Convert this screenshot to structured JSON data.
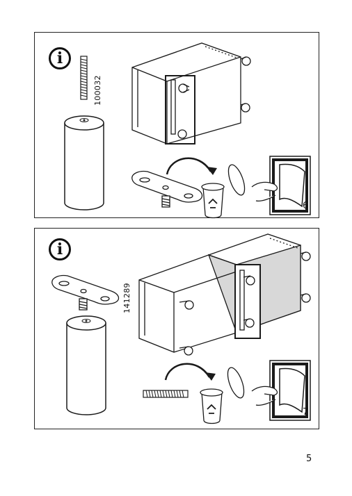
{
  "panels": [
    {
      "info_glyph": "i",
      "part_number": "100032",
      "step_number": "6",
      "icons": [
        "info-icon",
        "threaded-bolt",
        "cylinder-leg",
        "cabinet-frame",
        "mounting-plate",
        "curved-arrow",
        "recycle-bin",
        "page-turn"
      ]
    },
    {
      "info_glyph": "i",
      "part_number": "141289",
      "step_number": "7",
      "icons": [
        "info-icon",
        "mounting-plate",
        "cylinder-leg",
        "cabinet-frame",
        "threaded-bolt",
        "curved-arrow",
        "recycle-bin",
        "page-turn"
      ]
    }
  ],
  "page_number": "5",
  "colors": {
    "line": "#1a1a1a",
    "shade": "#d8d8d8",
    "background": "#ffffff"
  }
}
